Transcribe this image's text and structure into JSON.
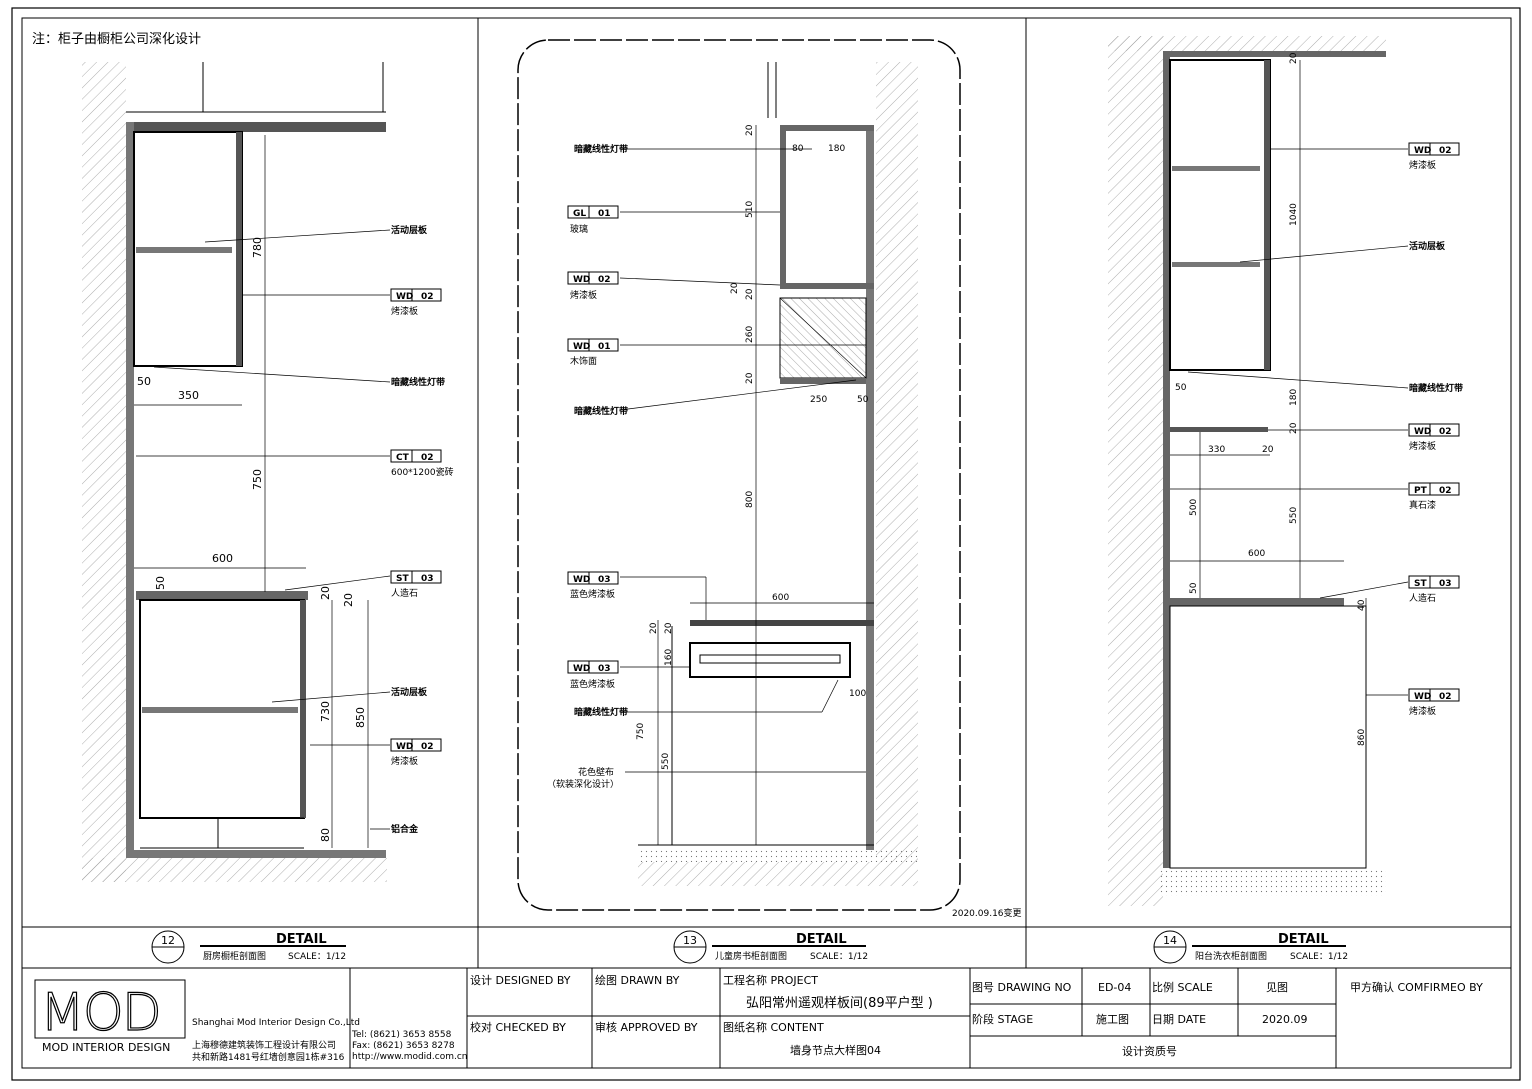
{
  "note": "注：柜子由橱柜公司深化设计",
  "revision_note": "2020.09.16变更",
  "details": [
    {
      "num": "12",
      "word": "DETAIL",
      "title": "厨房橱柜剖面图",
      "scale": "SCALE：1/12"
    },
    {
      "num": "13",
      "word": "DETAIL",
      "title": "儿童房书柜剖面图",
      "scale": "SCALE：1/12"
    },
    {
      "num": "14",
      "word": "DETAIL",
      "title": "阳台洗衣柜剖面图",
      "scale": "SCALE：1/12"
    }
  ],
  "d12": {
    "tags": [
      {
        "code": "WD",
        "num": "02",
        "sub": "烤漆板"
      },
      {
        "code": "CT",
        "num": "02",
        "sub": "600*1200瓷砖"
      },
      {
        "code": "ST",
        "num": "03",
        "sub": "人造石"
      },
      {
        "code": "WD",
        "num": "02",
        "sub": "烤漆板"
      }
    ],
    "labels": [
      "活动层板",
      "暗藏线性灯带",
      "活动层板",
      "铝合金"
    ],
    "dims": [
      "780",
      "50",
      "350",
      "750",
      "600",
      "50",
      "20",
      "20",
      "730",
      "850",
      "80"
    ]
  },
  "d13": {
    "tags": [
      {
        "code": "GL",
        "num": "01",
        "sub": "玻璃"
      },
      {
        "code": "WD",
        "num": "02",
        "sub": "烤漆板"
      },
      {
        "code": "WD",
        "num": "01",
        "sub": "木饰面"
      },
      {
        "code": "WD",
        "num": "03",
        "sub": "蓝色烤漆板"
      },
      {
        "code": "WD",
        "num": "03",
        "sub": "蓝色烤漆板"
      }
    ],
    "labels": [
      "暗藏线性灯带",
      "暗藏线性灯带",
      "暗藏线性灯带",
      "花色壁布",
      "（软装深化设计）"
    ],
    "dims": [
      "20",
      "80",
      "180",
      "510",
      "20",
      "20",
      "260",
      "20",
      "250",
      "50",
      "800",
      "600",
      "20",
      "20",
      "160",
      "100",
      "750",
      "550"
    ]
  },
  "d14": {
    "tags": [
      {
        "code": "WD",
        "num": "02",
        "sub": "烤漆板"
      },
      {
        "code": "WD",
        "num": "02",
        "sub": "烤漆板"
      },
      {
        "code": "PT",
        "num": "02",
        "sub": "真石漆"
      },
      {
        "code": "ST",
        "num": "03",
        "sub": "人造石"
      },
      {
        "code": "WD",
        "num": "02",
        "sub": "烤漆板"
      }
    ],
    "labels": [
      "活动层板",
      "暗藏线性灯带"
    ],
    "dims": [
      "20",
      "1040",
      "50",
      "180",
      "20",
      "330",
      "20",
      "500",
      "550",
      "600",
      "50",
      "40",
      "860"
    ]
  },
  "title_block": {
    "logo_text": "MOD INTERIOR DESIGN",
    "company_en": "Shanghai Mod Interior Design Co.,Ltd",
    "company_cn": "上海穆德建筑装饰工程设计有限公司",
    "address": "共和新路1481号红墙创意园1栋#316",
    "tel": "Tel:  (8621) 3653 8558",
    "fax": "Fax: (8621) 3653 8278",
    "web": "http://www.modid.com.cn",
    "designed_by": "设计 DESIGNED BY",
    "drawn_by": "绘图 DRAWN BY",
    "checked_by": "校对 CHECKED BY",
    "approved_by": "审核 APPROVED BY",
    "project_label": "工程名称 PROJECT",
    "project_name": "弘阳常州遥观样板间(89平户型 )",
    "content_label": "图纸名称 CONTENT",
    "content_name": "墙身节点大样图04",
    "drawing_no_label": "图号 DRAWING NO",
    "drawing_no": "ED-04",
    "scale_label": "比例 SCALE",
    "scale_value": "见图",
    "stage_label": "阶段 STAGE",
    "stage_value": "施工图",
    "date_label": "日期 DATE",
    "date_value": "2020.09",
    "qualification": "设计资质号",
    "confirm_label": "甲方确认 COMFIRMEO BY"
  }
}
